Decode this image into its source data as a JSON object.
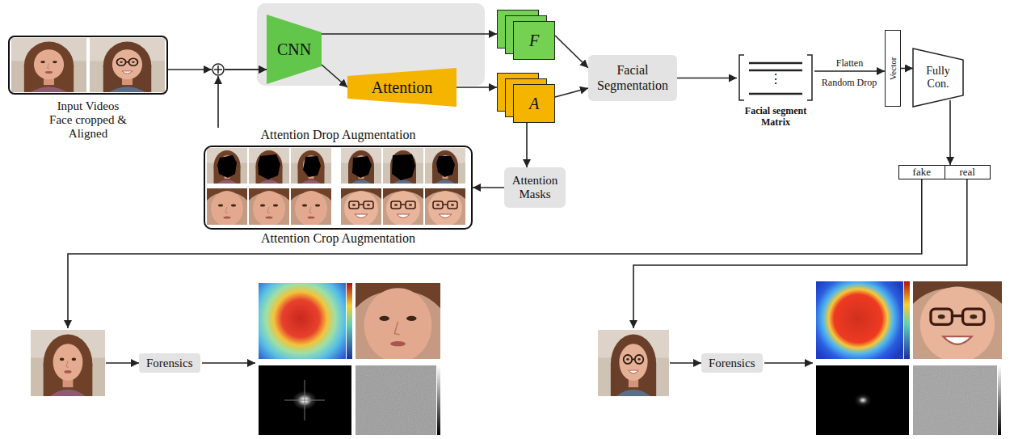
{
  "diagram": {
    "nodes": [
      {
        "text": [
          "Input Videos Face cropped & Aligned"
        ]
      },
      {
        "text": [
          "CNN"
        ]
      },
      {
        "text": [
          "Attention"
        ]
      },
      {
        "text": [
          "F"
        ]
      },
      {
        "text": [
          "A"
        ]
      },
      {
        "text": [
          "Facial Segmentation"
        ]
      },
      {
        "text": [
          "⋮",
          "Facial segment Matrix"
        ]
      },
      {
        "text": [
          "Vector"
        ]
      },
      {
        "text": [
          "Fully Con."
        ]
      },
      {
        "text": [
          "fake",
          "real"
        ]
      },
      {
        "text": [
          "Attention Masks"
        ]
      },
      {
        "text": [
          "Attention Drop Augmentation",
          "Attention Crop Augmentation"
        ]
      },
      {
        "text": [
          "Forensics"
        ]
      },
      {
        "text": [
          "Forensics"
        ]
      }
    ],
    "edges": [
      {
        "from": 0,
        "to": 1,
        "arrow": "to"
      },
      {
        "from": 1,
        "to": 3,
        "arrow": "to"
      },
      {
        "from": 1,
        "to": 2,
        "arrow": "to"
      },
      {
        "from": 2,
        "to": 4,
        "arrow": "to"
      },
      {
        "from": 3,
        "to": 5,
        "arrow": "to"
      },
      {
        "from": 4,
        "to": 5,
        "arrow": "to"
      },
      {
        "from": 5,
        "to": 6,
        "arrow": "to"
      },
      {
        "from": 6,
        "to": 7,
        "label": "Flatten",
        "arrow": "to"
      },
      {
        "from": 7,
        "to": 8,
        "arrow": "to"
      },
      {
        "from": 8,
        "to": 9,
        "arrow": "to"
      },
      {
        "from": 9,
        "to": 12,
        "arrow": "to"
      },
      {
        "from": 9,
        "to": 13,
        "arrow": "to"
      },
      {
        "from": 4,
        "to": 10,
        "arrow": "to"
      },
      {
        "from": 10,
        "to": 11,
        "arrow": "to"
      },
      {
        "from": 11,
        "to": 1,
        "arrow": "to"
      }
    ],
    "labels": [
      "Random Drop"
    ]
  }
}
